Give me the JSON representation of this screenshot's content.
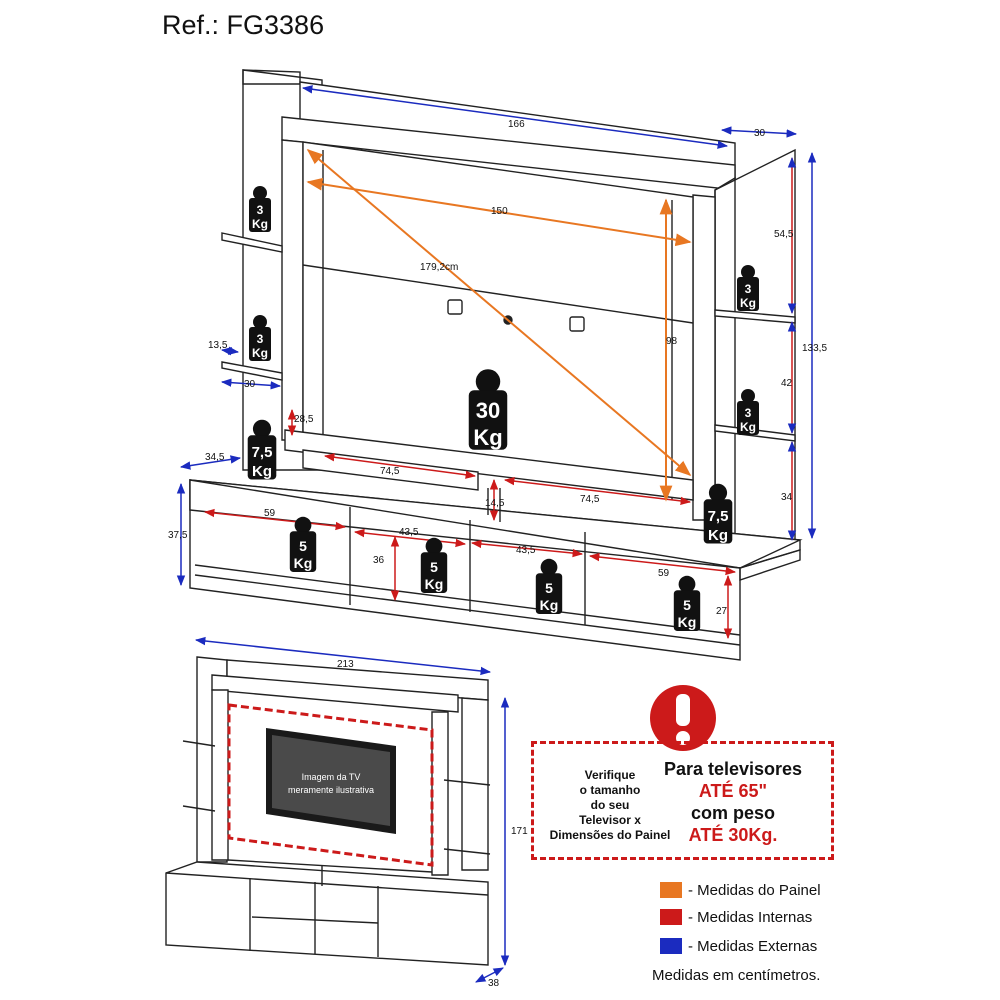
{
  "ref": "Ref.: FG3386",
  "colors": {
    "panel": "#e87722",
    "internal": "#cc1a1a",
    "external": "#1b2bbf",
    "line": "#222222"
  },
  "dimensions": {
    "top_width": "166",
    "depth_top": "30",
    "panel_width": "150",
    "diagonal": "179,2cm",
    "panel_height": "98",
    "right_shelf_1": "54,5",
    "right_shelf_2": "42",
    "right_shelf_3": "34",
    "total_height": "133,5",
    "left_shelf_depth": "13,5",
    "left_shelf_width": "30",
    "side_gap": "28,5",
    "base_depth": "34,5",
    "base_height": "37,5",
    "niche_a": "74,5",
    "niche_b": "74,5",
    "niche_h": "14,5",
    "comp_1": "59",
    "comp_2": "43,5",
    "comp_3": "43,5",
    "comp_4": "59",
    "comp_h1": "36",
    "comp_h2": "27",
    "overall_width": "213",
    "overall_height": "171",
    "overall_depth": "38"
  },
  "weights": {
    "w3a_num": "3",
    "w3b_num": "3",
    "w3c_num": "3",
    "w3d_num": "3",
    "w75a_num": "7,5",
    "w75b_num": "7,5",
    "w30_num": "30",
    "w5a_num": "5",
    "w5b_num": "5",
    "w5c_num": "5",
    "w5d_num": "5",
    "unit": "Kg"
  },
  "tv_label_1": "Imagem da TV",
  "tv_label_2": "meramente ilustrativa",
  "warning": {
    "check_text": "Verifique\no tamanho\ndo seu\nTelevisor x\nDimensões do Painel",
    "line1": "Para televisores",
    "line2": "ATÉ 65\"",
    "line3": "com peso",
    "line4": "ATÉ 30Kg."
  },
  "legend": {
    "panel": "- Medidas do Painel",
    "internal": "- Medidas Internas",
    "external": "- Medidas Externas"
  },
  "footnote": "Medidas em centímetros."
}
